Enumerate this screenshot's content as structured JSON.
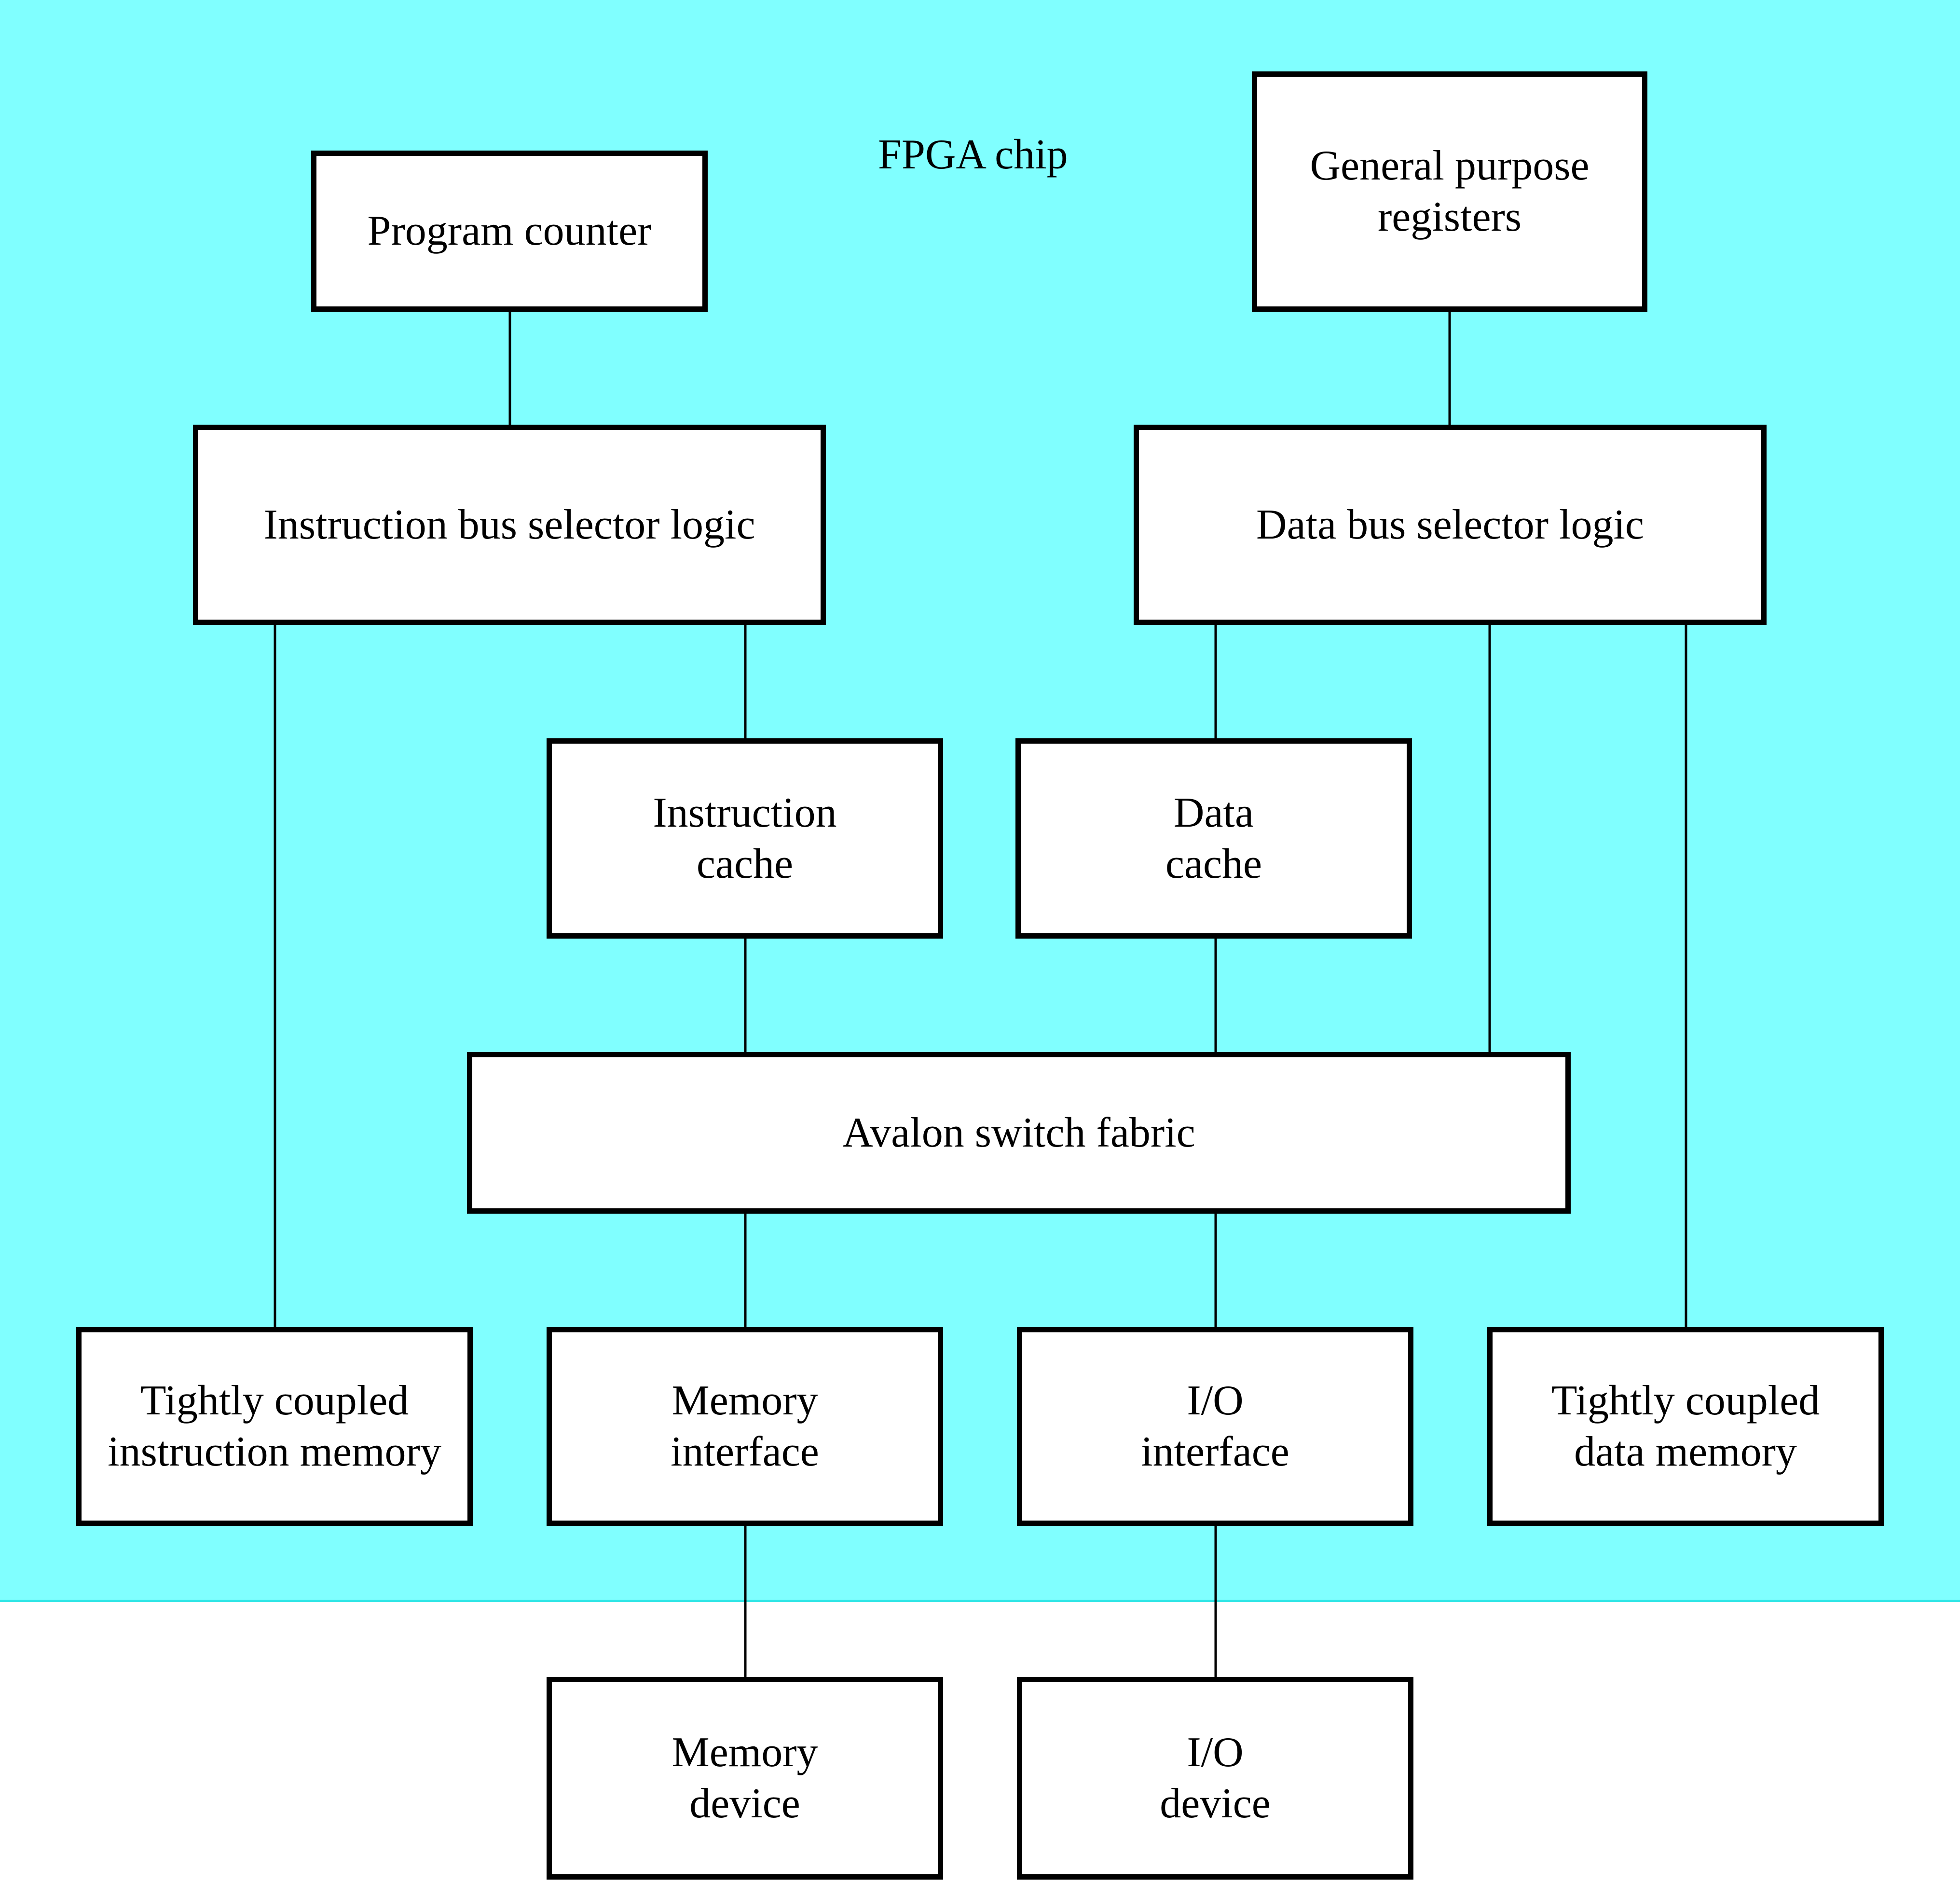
{
  "colors": {
    "fpga_fill": "#80ffff",
    "box_fill": "#ffffff",
    "stroke": "#000000"
  },
  "fpga_chip_label": "FPGA chip",
  "blocks": {
    "program_counter": "Program counter",
    "general_purpose_registers": "General purpose\nregisters",
    "instruction_bus_selector_logic": "Instruction bus selector logic",
    "data_bus_selector_logic": "Data bus selector logic",
    "instruction_cache": "Instruction\ncache",
    "data_cache": "Data\ncache",
    "avalon_switch_fabric": "Avalon switch fabric",
    "tightly_coupled_instruction_memory": "Tightly coupled\ninstruction memory",
    "memory_interface": "Memory\ninterface",
    "io_interface": "I/O\ninterface",
    "tightly_coupled_data_memory": "Tightly coupled\ndata memory",
    "memory_device": "Memory\ndevice",
    "io_device": "I/O\ndevice"
  }
}
